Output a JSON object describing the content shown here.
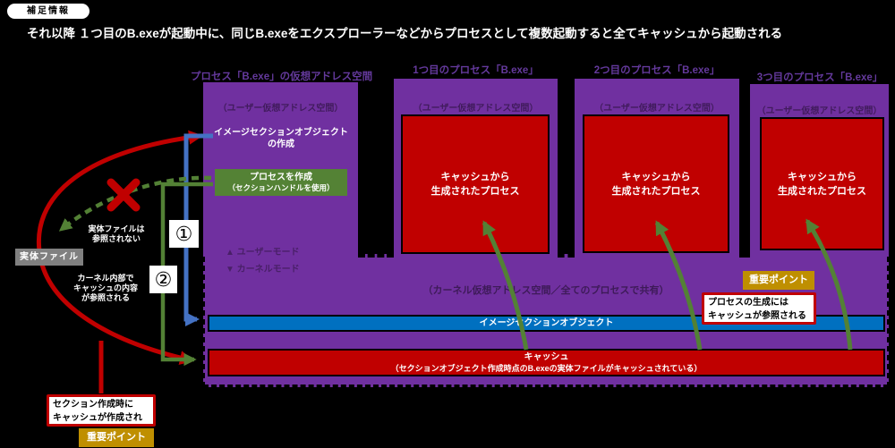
{
  "badge": {
    "label": "補足情報"
  },
  "heading": "それ以降 １つ目のB.exeが起動中に、同じB.exeをエクスプローラーなどからプロセスとして複数起動すると全てキャッシュから起動される",
  "left_space": {
    "title": "プロセス「B.exe」の仮想アドレス空間",
    "user_space_label": "（ユーザー仮想アドレス空間）",
    "image_section_label": "イメージセクションオブジェクトの作成",
    "create_process_button": {
      "line1": "プロセスを作成",
      "line2": "（セクションハンドルを使用）"
    },
    "user_mode_label": "▲ ユーザーモード",
    "kernel_mode_label": "▼ カーネルモード"
  },
  "processes": [
    {
      "title": "1つ目のプロセス「B.exe」",
      "user_space_label": "（ユーザー仮想アドレス空間）",
      "cell": "キャッシュから\n生成されたプロセス"
    },
    {
      "title": "2つ目のプロセス「B.exe」",
      "user_space_label": "（ユーザー仮想アドレス空間）",
      "cell": "キャッシュから\n生成されたプロセス"
    },
    {
      "title": "3つ目のプロセス「B.exe」",
      "user_space_label": "（ユーザー仮想アドレス空間）",
      "cell": "キャッシュから\n生成されたプロセス"
    }
  ],
  "kernel": {
    "label": "（カーネル仮想アドレス空間／全てのプロセスで共有）",
    "image_section_bar": "イメージセクションオブジェクト",
    "cache_bar_line1": "キャッシュ",
    "cache_bar_line2": "（セクションオブジェクト作成時点のB.exeの実体ファイルがキャッシュされている）"
  },
  "left_annotations": {
    "entity_file": "実体ファイル",
    "not_referenced": "実体ファイルは\n参照されない",
    "kernel_reference": "カーネル内部で\nキャッシュの内容\nが参照される",
    "step1": "①",
    "step2": "②"
  },
  "callouts": {
    "right": {
      "badge": "重要ポイント",
      "line1": "プロセスの生成には",
      "line2": "キャッシュが参照される"
    },
    "bottom": {
      "badge": "重要ポイント",
      "line1": "セクション作成時に",
      "line2": "キャッシュが作成される"
    }
  },
  "colors": {
    "purple": "#7030A0",
    "red": "#C00000",
    "blue_bar": "#0070C0",
    "blue_arrow": "#4472C4",
    "green": "#548235",
    "gold": "#BF8F00",
    "gray": "#808080"
  }
}
